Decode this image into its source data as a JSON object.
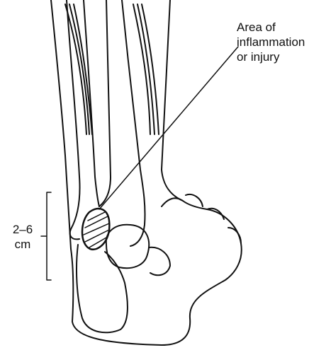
{
  "callout": {
    "line1": "Area of",
    "line2": "inflammation",
    "line3": "or injury"
  },
  "dimension": {
    "line1": "2–6",
    "line2": "cm"
  }
}
